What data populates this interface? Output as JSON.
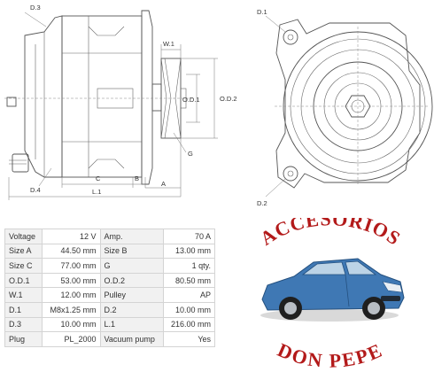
{
  "drawing": {
    "labels": {
      "d3_top": "D.3",
      "w1": "W.1",
      "od1": "O.D.1",
      "od2": "O.D.2",
      "g": "G",
      "c": "C",
      "b": "B",
      "a": "A",
      "l1": "L.1",
      "d4": "D.4",
      "d1": "D.1",
      "d2": "D.2"
    }
  },
  "specs": {
    "rows": [
      [
        {
          "k": "Voltage",
          "v": "12 V"
        },
        {
          "k": "Amp.",
          "v": "70 A"
        }
      ],
      [
        {
          "k": "Size A",
          "v": "44.50 mm"
        },
        {
          "k": "Size B",
          "v": "13.00 mm"
        }
      ],
      [
        {
          "k": "Size C",
          "v": "77.00 mm"
        },
        {
          "k": "G",
          "v": "1 qty."
        }
      ],
      [
        {
          "k": "O.D.1",
          "v": "53.00 mm"
        },
        {
          "k": "O.D.2",
          "v": "80.50 mm"
        }
      ],
      [
        {
          "k": "W.1",
          "v": "12.00 mm"
        },
        {
          "k": "Pulley",
          "v": "AP"
        }
      ],
      [
        {
          "k": "D.1",
          "v": "M8x1.25 mm"
        },
        {
          "k": "D.2",
          "v": "10.00 mm"
        }
      ],
      [
        {
          "k": "D.3",
          "v": "10.00 mm"
        },
        {
          "k": "L.1",
          "v": "216.00 mm"
        }
      ],
      [
        {
          "k": "Plug",
          "v": "PL_2000"
        },
        {
          "k": "Vacuum pump",
          "v": "Yes"
        }
      ]
    ]
  },
  "logo": {
    "top_text": "ACCESORIOS",
    "bottom_text": "DON PEPE",
    "text_color": "#b31a1a",
    "car_color": "#3f78b4"
  }
}
